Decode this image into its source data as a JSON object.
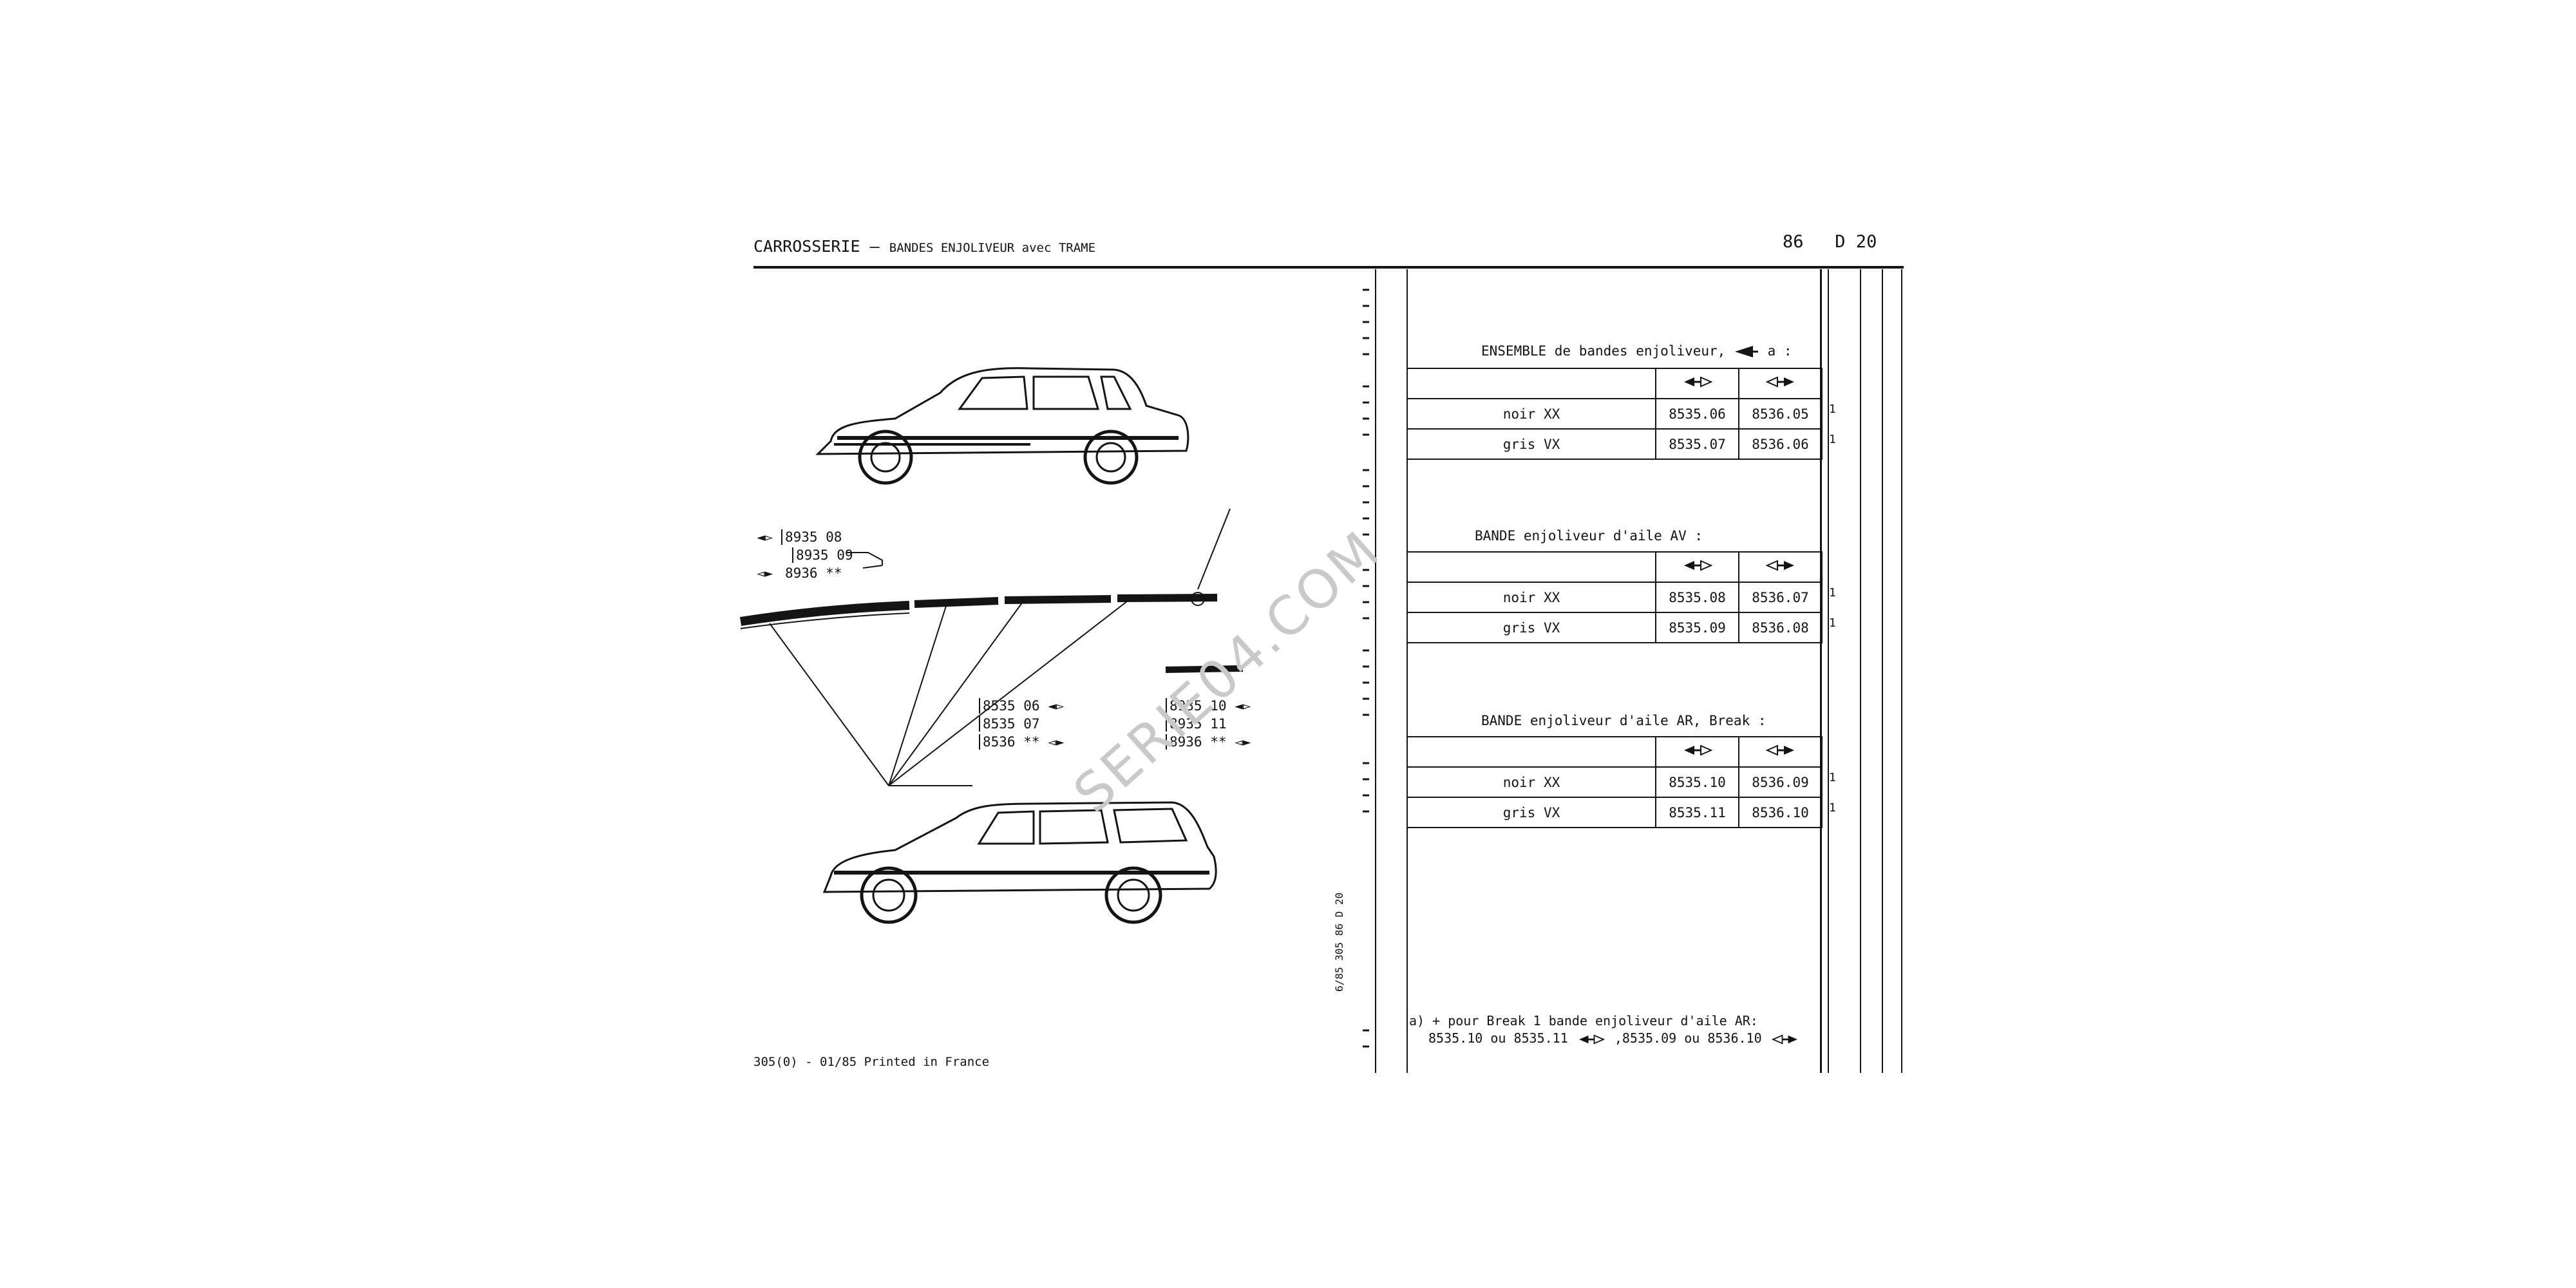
{
  "header": {
    "title": "CARROSSERIE",
    "separator": "–",
    "subtitle": "BANDES ENJOLIVEUR avec TRAME",
    "page": "86",
    "model": "D 20"
  },
  "callouts": {
    "top": [
      "8935 08",
      "8935 09",
      "8936 **"
    ],
    "middle": [
      "8535 06",
      "8535 07",
      "8536 **"
    ],
    "right": [
      "8935 10",
      "8935 11",
      "8936 **"
    ]
  },
  "sections": [
    {
      "title": "ENSEMBLE de bandes enjoliveur,",
      "title_suffix": "a :",
      "rows": [
        {
          "label": "noir XX",
          "left": "8535.06",
          "right": "8536.05",
          "qty": "1"
        },
        {
          "label": "gris VX",
          "left": "8535.07",
          "right": "8536.06",
          "qty": "1"
        }
      ]
    },
    {
      "title": "BANDE enjoliveur d'aile AV :",
      "rows": [
        {
          "label": "noir XX",
          "left": "8535.08",
          "right": "8536.07",
          "qty": "1"
        },
        {
          "label": "gris VX",
          "left": "8535.09",
          "right": "8536.08",
          "qty": "1"
        }
      ]
    },
    {
      "title": "BANDE enjoliveur d'aile AR, Break :",
      "rows": [
        {
          "label": "noir XX",
          "left": "8535.10",
          "right": "8536.09",
          "qty": "1"
        },
        {
          "label": "gris VX",
          "left": "8535.11",
          "right": "8536.10",
          "qty": "1"
        }
      ]
    }
  ],
  "footnote": {
    "line1": "a) + pour Break 1 bande enjoliveur d'aile AR:",
    "line2a": "8535.10 ou 8535.11",
    "line2b": ",8535.09 ou 8536.10"
  },
  "footer": "305(0) - 01/85 Printed in France",
  "side_ref": "6/85   305   86 D 20",
  "watermark": "SERIE04.COM"
}
